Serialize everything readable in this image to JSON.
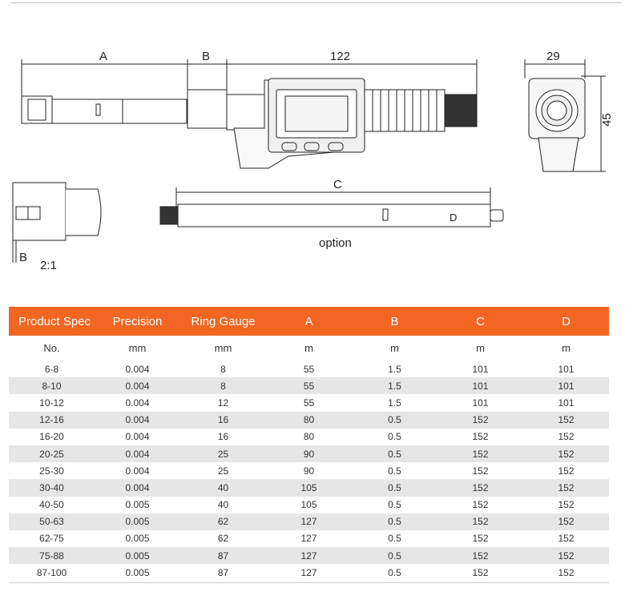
{
  "drawing": {
    "dim_a": "A",
    "dim_b": "B",
    "dim_122": "122",
    "dim_29": "29",
    "dim_45": "45",
    "dim_c": "C",
    "label_d": "D",
    "option_label": "option",
    "detail_b": "B",
    "detail_scale": "2:1"
  },
  "table": {
    "headers": [
      "Product Spec",
      "Precision",
      "Ring Gauge",
      "A",
      "B",
      "C",
      "D"
    ],
    "units": [
      "No.",
      "mm",
      "mm",
      "m",
      "m",
      "m",
      "m"
    ],
    "rows": [
      [
        "6-8",
        "0.004",
        "8",
        "55",
        "1.5",
        "101",
        "101"
      ],
      [
        "8-10",
        "0.004",
        "8",
        "55",
        "1.5",
        "101",
        "101"
      ],
      [
        "10-12",
        "0.004",
        "12",
        "55",
        "1.5",
        "101",
        "101"
      ],
      [
        "12-16",
        "0.004",
        "16",
        "80",
        "0.5",
        "152",
        "152"
      ],
      [
        "16-20",
        "0.004",
        "16",
        "80",
        "0.5",
        "152",
        "152"
      ],
      [
        "20-25",
        "0.004",
        "25",
        "90",
        "0.5",
        "152",
        "152"
      ],
      [
        "25-30",
        "0.004",
        "25",
        "90",
        "0.5",
        "152",
        "152"
      ],
      [
        "30-40",
        "0.004",
        "40",
        "105",
        "0.5",
        "152",
        "152"
      ],
      [
        "40-50",
        "0.005",
        "40",
        "105",
        "0.5",
        "152",
        "152"
      ],
      [
        "50-63",
        "0.005",
        "62",
        "127",
        "0.5",
        "152",
        "152"
      ],
      [
        "62-75",
        "0.005",
        "62",
        "127",
        "0.5",
        "152",
        "152"
      ],
      [
        "75-88",
        "0.005",
        "87",
        "127",
        "0.5",
        "152",
        "152"
      ],
      [
        "87-100",
        "0.005",
        "87",
        "127",
        "0.5",
        "152",
        "152"
      ]
    ]
  },
  "colors": {
    "header": "#f26522",
    "stripe": "#e6e6e6"
  }
}
